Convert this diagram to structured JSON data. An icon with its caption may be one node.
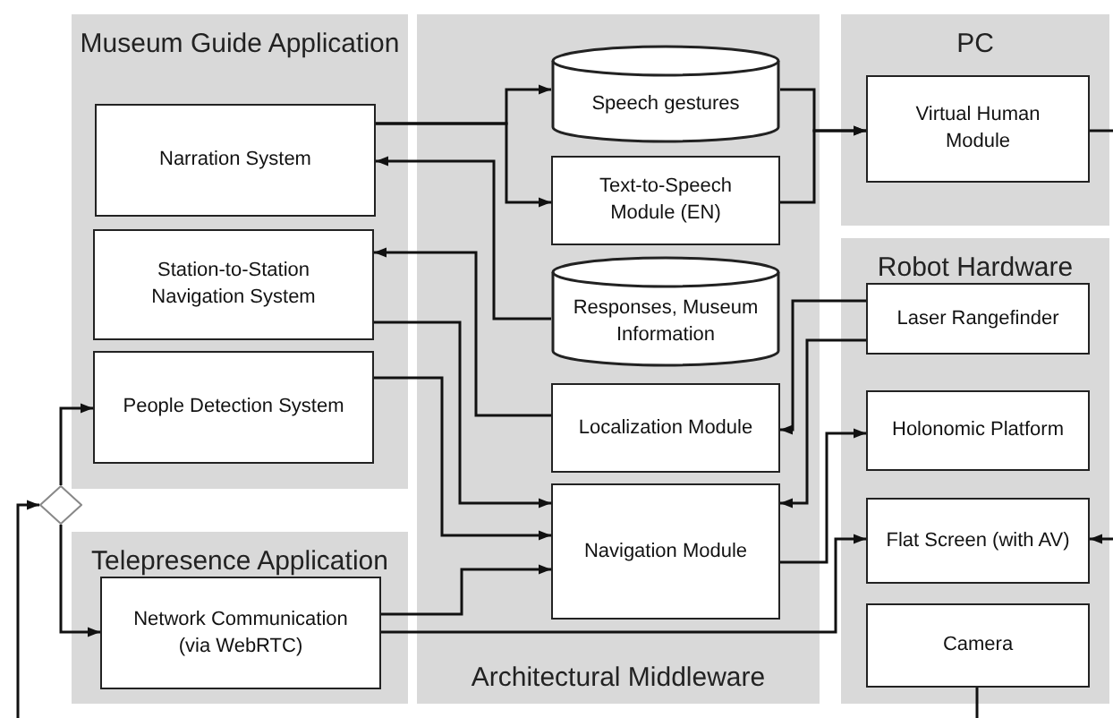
{
  "diagram": {
    "nodes": [
      {
        "text": [
          "Museum Guide Application"
        ]
      },
      {
        "text": [
          "Narration System"
        ],
        "in": 0
      },
      {
        "text": [
          "Station-to-Station Navigation System"
        ],
        "in": 0
      },
      {
        "text": [
          "People Detection System"
        ],
        "in": 0
      },
      {
        "text": [
          "Telepresence Application"
        ]
      },
      {
        "text": [
          "Network Communication (via WebRTC)"
        ],
        "in": 4
      },
      {
        "text": [
          "Architectural Middleware"
        ]
      },
      {
        "text": [
          "Speech gestures"
        ],
        "in": 6
      },
      {
        "text": [
          "Text-to-Speech Module (EN)"
        ],
        "in": 6
      },
      {
        "text": [
          "Responses, Museum Information"
        ],
        "in": 6
      },
      {
        "text": [
          "Localization Module"
        ],
        "in": 6
      },
      {
        "text": [
          "Navigation Module"
        ],
        "in": 6
      },
      {
        "text": [
          "PC"
        ]
      },
      {
        "text": [
          "Virtual Human Module"
        ],
        "in": 12
      },
      {
        "text": [
          "Robot Hardware"
        ]
      },
      {
        "text": [
          "Laser Rangefinder"
        ],
        "in": 14
      },
      {
        "text": [
          "Holonomic Platform"
        ],
        "in": 14
      },
      {
        "text": [
          "Flat Screen (with AV)"
        ],
        "in": 14
      },
      {
        "text": [
          "Camera"
        ],
        "in": 14
      },
      {
        "text": [],
        "shape": "diamond"
      }
    ],
    "edges": [
      {
        "from": 1,
        "to": 7,
        "arrow": "to"
      },
      {
        "from": 1,
        "to": 8,
        "arrow": "to"
      },
      {
        "from": 7,
        "to": 13,
        "arrow": "to"
      },
      {
        "from": 8,
        "to": 13,
        "arrow": "to"
      },
      {
        "from": 9,
        "to": 1,
        "arrow": "to"
      },
      {
        "from": 10,
        "to": 2,
        "arrow": "to"
      },
      {
        "from": 2,
        "to": 11,
        "arrow": "to"
      },
      {
        "from": 3,
        "to": 11,
        "arrow": "to"
      },
      {
        "from": 5,
        "to": 11,
        "arrow": "to"
      },
      {
        "from": 5,
        "to": 17,
        "arrow": "to"
      },
      {
        "from": 15,
        "to": 10,
        "arrow": "to"
      },
      {
        "from": 15,
        "to": 11,
        "arrow": "to"
      },
      {
        "from": 11,
        "to": 16,
        "arrow": "to"
      },
      {
        "from": 19,
        "to": 3,
        "arrow": "to"
      },
      {
        "from": 19,
        "to": 5,
        "arrow": "to"
      },
      {
        "from": null,
        "to": 19,
        "arrow": "to"
      },
      {
        "from": 18,
        "to": null,
        "arrow": "none"
      },
      {
        "from": 13,
        "to": null,
        "arrow": "none"
      },
      {
        "from": null,
        "to": 17,
        "arrow": "to"
      }
    ]
  }
}
